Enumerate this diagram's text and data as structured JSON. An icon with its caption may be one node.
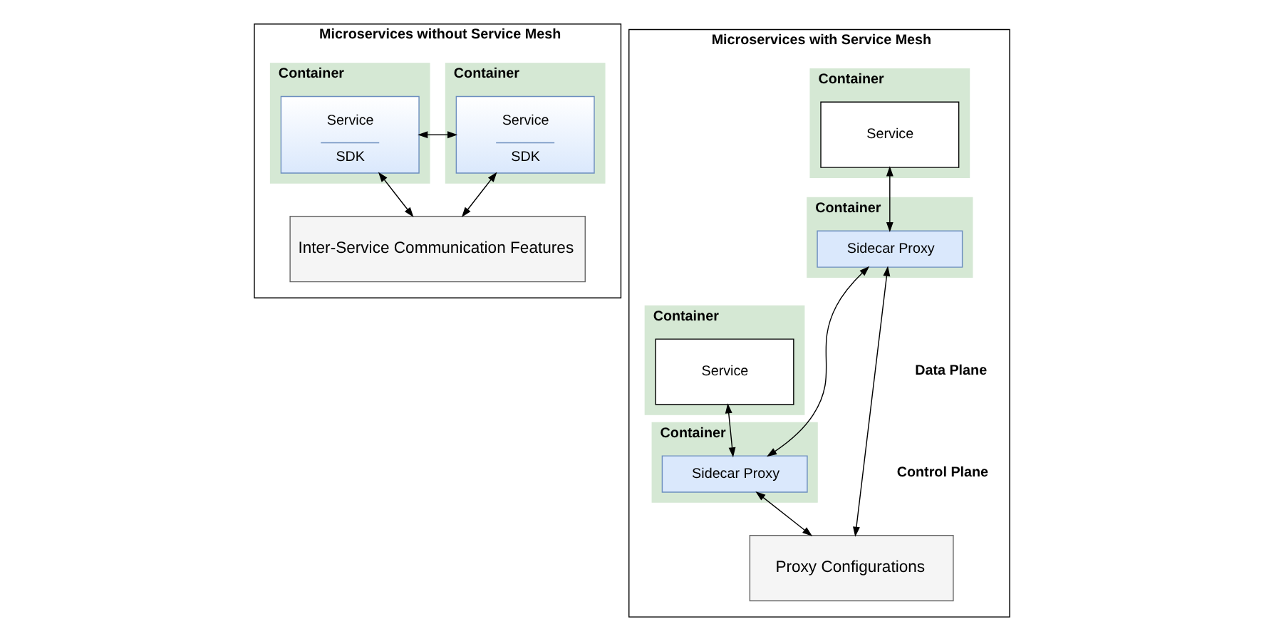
{
  "diagram": {
    "nodes": [
      {
        "text": [
          "Microservices without Service Mesh"
        ]
      },
      {
        "text": [
          "Container"
        ],
        "in": 0
      },
      {
        "text": [
          "Service",
          "SDK"
        ],
        "in": 1
      },
      {
        "text": [
          "Container"
        ],
        "in": 0
      },
      {
        "text": [
          "Service",
          "SDK"
        ],
        "in": 3
      },
      {
        "text": [
          "Inter-Service Communication Features"
        ],
        "in": 0
      },
      {
        "text": [
          "Microservices with Service Mesh"
        ]
      },
      {
        "text": [
          "Container"
        ],
        "in": 6
      },
      {
        "text": [
          "Service"
        ],
        "in": 7
      },
      {
        "text": [
          "Container"
        ],
        "in": 6
      },
      {
        "text": [
          "Service"
        ],
        "in": 9
      },
      {
        "text": [
          "Container"
        ],
        "in": 6
      },
      {
        "text": [
          "Sidecar Proxy"
        ],
        "in": 11
      },
      {
        "text": [
          "Container"
        ],
        "in": 6
      },
      {
        "text": [
          "Sidecar Proxy"
        ],
        "in": 13
      },
      {
        "text": [
          "Proxy Configurations"
        ],
        "in": 6
      }
    ],
    "edges": [
      {
        "from": 2,
        "to": 4,
        "arrow": "both"
      },
      {
        "from": 2,
        "to": 5,
        "arrow": "both"
      },
      {
        "from": 4,
        "to": 5,
        "arrow": "both"
      },
      {
        "from": 8,
        "to": 12,
        "arrow": "both"
      },
      {
        "from": 10,
        "to": 14,
        "arrow": "both"
      },
      {
        "from": 12,
        "to": 14,
        "arrow": "both"
      },
      {
        "from": 12,
        "to": 15,
        "arrow": "both"
      },
      {
        "from": 14,
        "to": 15,
        "arrow": "both"
      }
    ],
    "labels": [
      "Data Plane",
      "Control Plane"
    ]
  }
}
